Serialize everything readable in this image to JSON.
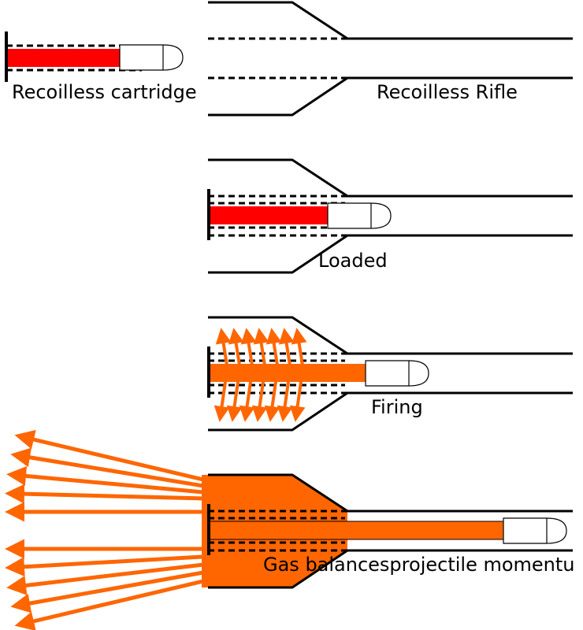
{
  "labels": {
    "cartridge": "Recoilless cartridge",
    "rifle": "Recoilless Rifle",
    "loaded": "Loaded",
    "firing": "Firing",
    "balance": "Gas balancesprojectile momentu"
  },
  "colors": {
    "propellant": "#ff0000",
    "gas": "#ff6600",
    "outline": "#000000",
    "background": "#ffffff"
  },
  "stages": [
    {
      "name": "cartridge",
      "propellant_state": "unburnt"
    },
    {
      "name": "rifle",
      "propellant_state": "empty"
    },
    {
      "name": "loaded",
      "propellant_state": "unburnt"
    },
    {
      "name": "firing",
      "propellant_state": "burning"
    },
    {
      "name": "balance",
      "propellant_state": "venting"
    }
  ]
}
